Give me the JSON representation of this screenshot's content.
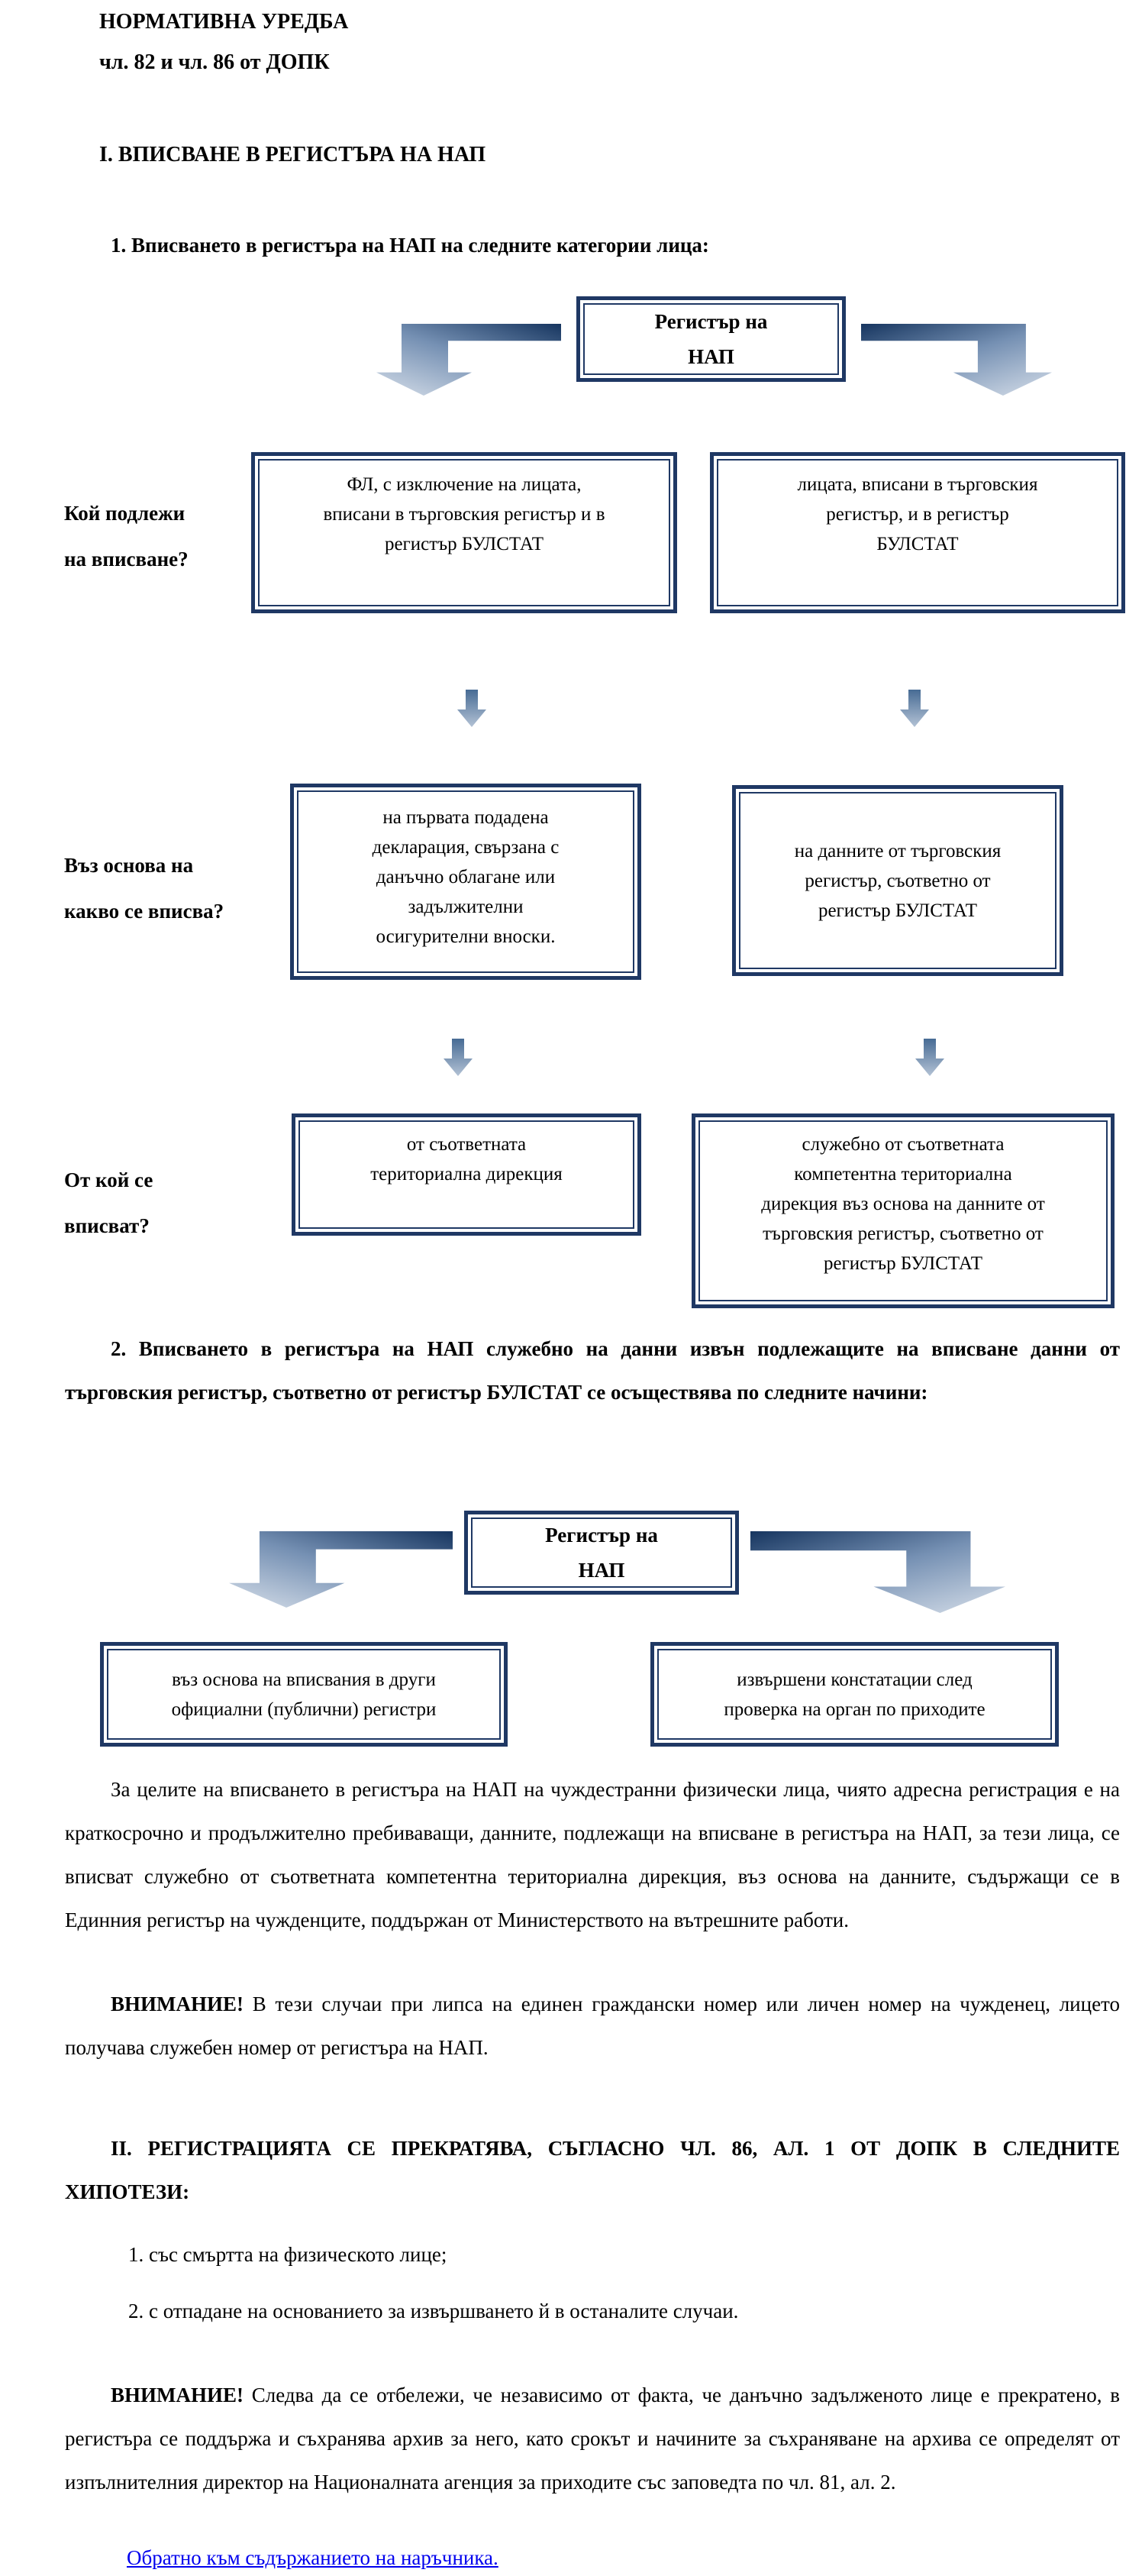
{
  "colors": {
    "box_border_navy": "#1f3864",
    "arrow_gradient_dark": "#16355f",
    "arrow_gradient_light": "#c9d4e2",
    "small_arrow_dark": "#476b94",
    "small_arrow_light": "#a9bcd2",
    "link_blue": "#0000ee",
    "text_black": "#000000"
  },
  "header": {
    "title": "НОРМАТИВНА УРЕДБА",
    "subtitle": "чл. 82 и чл. 86 от ДОПК"
  },
  "section1": {
    "heading": "I. ВПИСВАНЕ В РЕГИСТЪРА НА НАП",
    "intro": "1. Вписването в регистъра на НАП на следните категории лица:"
  },
  "diagram1": {
    "root": "Регистър на\nНАП",
    "row1": {
      "label": "Кой подлежи\nна вписване?",
      "left": "ФЛ, с изключение на лицата,\nвписани в търговския регистър и в\nрегистър БУЛСТАТ",
      "right": "лицата, вписани в търговския\nрегистър, и в регистър\nБУЛСТАТ"
    },
    "row2": {
      "label": "Въз основа на\nкакво се вписва?",
      "left": "на първата подадена\nдекларация, свързана с\nданъчно облагане или\nзадължителни\nосигурителни вноски.",
      "right": "на данните от търговския\nрегистър, съответно от\nрегистър БУЛСТАТ"
    },
    "row3": {
      "label": "От кой се\nвписват?",
      "left": "от съответната\nтериториална дирекция",
      "right": "служебно от съответната\nкомпетентна териториална\nдирекция въз основа на данните от\nтърговския регистър, съответно от\nрегистър БУЛСТАТ"
    }
  },
  "section2": {
    "intro": "2. Вписването в регистъра на НАП служебно на данни извън подлежащите на вписване данни от търговския регистър, съответно от регистър БУЛСТАТ се осъществява по следните начини:"
  },
  "diagram2": {
    "root": "Регистър на\nНАП",
    "left": "въз основа на вписвания в други\nофициални (публични) регистри",
    "right": "извършени констатации след\nпроверка на орган по приходите"
  },
  "paragraphs": {
    "foreign": "За целите на вписването в регистъра на НАП на чуждестранни физически лица, чиято адресна регистрация е на краткосрочно и продължително пребиваващи, данните, подлежащи на вписване в регистъра на НАП, за тези лица, се вписват служебно от съответната компетентна териториална дирекция, въз основа на данните, съдържащи се в Единния регистър на чужденците, поддържан от Министерството на вътрешните работи.",
    "warning1_label": "ВНИМАНИЕ!",
    "warning1_text": " В тези случаи при липса на единен граждански номер или личен номер на чужденец, лицето получава служебен номер от регистъра на НАП.",
    "section_ii_heading": "II. РЕГИСТРАЦИЯТА СЕ ПРЕКРАТЯВА, СЪГЛАСНО ЧЛ. 86, АЛ. 1 ОТ ДОПК В СЛЕДНИТЕ ХИПОТЕЗИ:",
    "item1": "1. със смъртта на физическото лице;",
    "item2": "2. с отпадане на основанието за извършването й в останалите случаи.",
    "warning2_label": "ВНИМАНИЕ!",
    "warning2_text": " Следва да се отбележи, че независимо от факта, че данъчно задълженото лице е прекратено, в регистъра се поддържа и съхранява архив за него, като срокът и начините за съхраняване на архива се определят от изпълнителния директор на Националната агенция за приходите със заповедта по чл. 81, ал. 2."
  },
  "footer": {
    "back_link": "Обратно към съдържанието на наръчника."
  }
}
